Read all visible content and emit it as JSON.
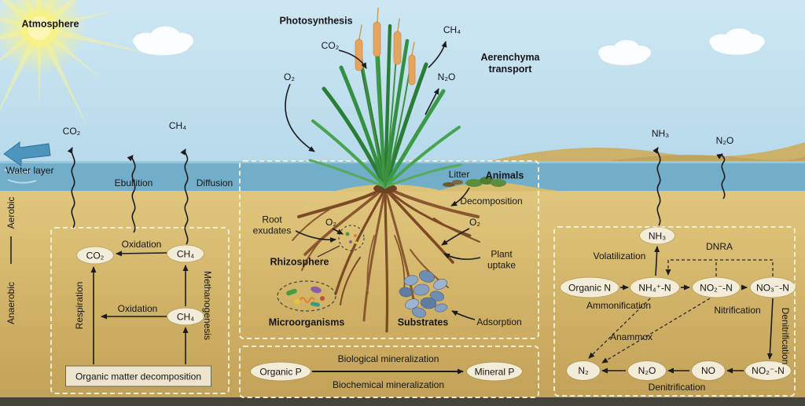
{
  "labels": {
    "atmosphere": "Atmosphere",
    "photosynthesis": "Photosynthesis",
    "aerenchyma_transport": "Aerenchyma transport",
    "water_layer": "Water layer",
    "aerobic": "Aerobic",
    "anaerobic": "Anaerobic",
    "ebullition": "Ebullition",
    "diffusion": "Diffusion"
  },
  "gases": {
    "co2_plant": "CO₂",
    "o2_plant": "O₂",
    "ch4_plant": "CH₄",
    "n2o_plant": "N₂O",
    "co2_left": "CO₂",
    "ch4_left": "CH₄",
    "nh3_right": "NH₃",
    "n2o_right": "N₂O"
  },
  "carbon_box": {
    "co2": "CO₂",
    "ch4_top": "CH₄",
    "ch4_mid": "CH₄",
    "oxidation_top": "Oxidation",
    "oxidation_mid": "Oxidation",
    "respiration": "Respiration",
    "methanogenesis": "Methanogenesis",
    "organic_matter_decomposition": "Organic matter decomposition"
  },
  "rhizosphere_box": {
    "litter": "Litter",
    "animals": "Animals",
    "decomposition": "Decomposition",
    "root_exudates": "Root exudates",
    "o2_left": "O₂",
    "o2_right": "O₂",
    "rhizosphere": "Rhizosphere",
    "plant_uptake": "Plant uptake",
    "microorganisms": "Microorganisms",
    "substrates": "Substrates",
    "adsorption": "Adsorption"
  },
  "phosphorus_box": {
    "organic_p": "Organic P",
    "biological_mineralization": "Biological mineralization",
    "biochemical_mineralization": "Biochemical mineralization",
    "mineral_p": "Mineral P"
  },
  "nitrogen_box": {
    "nh3": "NH₃",
    "volatilization": "Volatilization",
    "dnra": "DNRA",
    "organic_n": "Organic N",
    "nh4": "NH₄⁺-N",
    "no2_top": "NO₂⁻-N",
    "no3": "NO₃⁻-N",
    "ammonification": "Ammonification",
    "nitrification": "Nitrification",
    "anammox": "Anammox",
    "denitrification_right": "Denitrification",
    "n2": "N₂",
    "n2o": "N₂O",
    "no": "NO",
    "no2_bottom": "NO₂⁻-N",
    "denitrification_bottom": "Denitrification"
  },
  "colors": {
    "sky": "#bfdfee",
    "water": "#72adc9",
    "sand": "#d2b469",
    "sun": "#f8f188",
    "node_fill": "#f2ecd9",
    "dashed_box_border": "#f3edd4",
    "plant_green": "#2a7d36",
    "seed_head_orange": "#e7a45f",
    "root_brown": "#7c4a26",
    "arrow": "#1c1c1c"
  }
}
